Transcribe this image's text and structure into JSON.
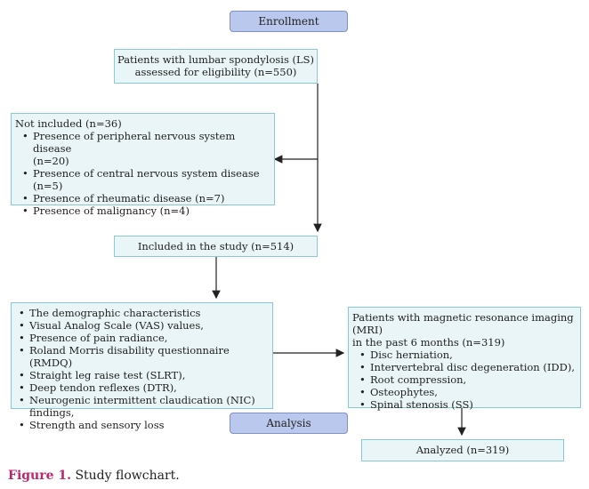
{
  "enrollment_label": "Enrollment",
  "analysis_label": "Analysis",
  "assessed": {
    "line1": "Patients with lumbar spondylosis (LS)",
    "line2": "assessed for eligibility (n=550)"
  },
  "excluded": {
    "title": "Not included (n=36)",
    "items": [
      "Presence of peripheral nervous system disease",
      "(n=20)",
      "Presence of central nervous system disease",
      "(n=5)",
      "Presence of rheumatic disease (n=7)",
      "Presence of malignancy (n=4)"
    ]
  },
  "included": "Included in the study (n=514)",
  "measures": {
    "items": [
      "The demographic characteristics",
      "Visual Analog Scale (VAS) values,",
      "Presence of pain radiance,",
      "Roland Morris disability questionnaire (RMDQ)",
      "Straight leg raise test (SLRT),",
      "Deep tendon reflexes (DTR),",
      "Neurogenic intermittent claudication (NIC) findings,",
      "Strength and sensory loss"
    ]
  },
  "mri": {
    "title_line1": "Patients with magnetic resonance imaging (MRI)",
    "title_line2": "in the past 6 months (n=319)",
    "items": [
      "Disc herniation,",
      "Intervertebral disc degeneration (IDD),",
      "Root compression,",
      "Osteophytes,",
      "Spinal stenosis (SS)"
    ]
  },
  "analyzed": "Analyzed (n=319)",
  "caption": {
    "label": "Figure 1.",
    "text": " Study flowchart."
  }
}
